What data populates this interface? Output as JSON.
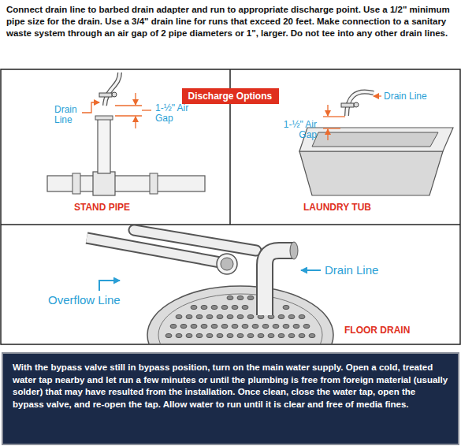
{
  "diagram": {
    "nodes": [
      {
        "text": [
          "Discharge Options"
        ]
      },
      {
        "text": [
          "Drain Line",
          "1-½\" Air Gap",
          "STAND PIPE"
        ]
      },
      {
        "text": [
          "Drain Line",
          "1-½\" Air Gap",
          "LAUNDRY TUB"
        ]
      },
      {
        "text": [
          "Overflow Line",
          "Drain Line",
          "FLOOR DRAIN"
        ]
      },
      {
        "text": [
          "With the bypass valve still in bypass position, turn on the main water supply. Open a cold, treated water tap nearby and let run a few minutes or until the plumbing is free from foreign material (usually solder) that may have resulted from the installation. Once clean, close the water tap, open the bypass valve, and re-open the tap. Allow water to run until it is clear and free of media fines."
        ]
      }
    ],
    "labels": [
      "Connect drain line to barbed drain adapter and run to appropriate discharge point. Use a 1/2\" minimum pipe size for the drain. Use a 3/4\" drain line for runs that exceed 20 feet. Make connection to a sanitary waste system through an air gap of 2 pipe diameters or 1\", larger. Do not tee into any other drain lines."
    ]
  }
}
